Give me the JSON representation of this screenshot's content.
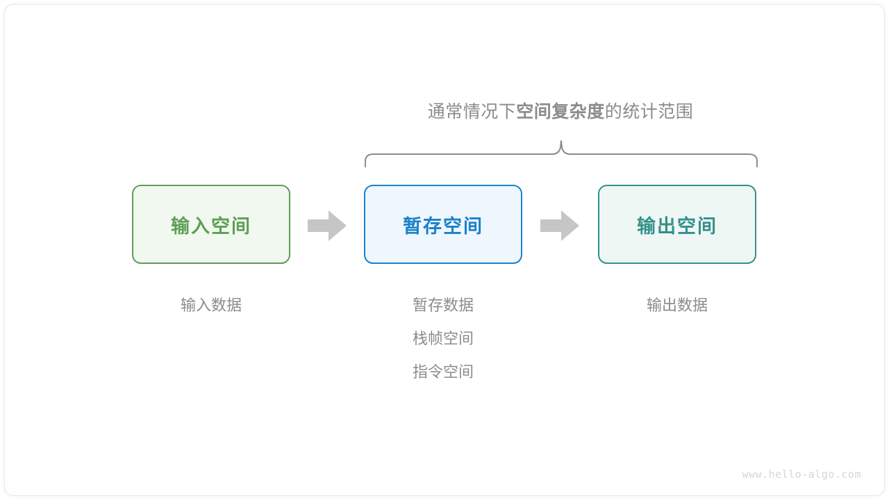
{
  "diagram": {
    "brace_caption": {
      "prefix": "通常情况下",
      "emphasis": "空间复杂度",
      "suffix": "的统计范围"
    },
    "boxes": [
      {
        "label": "输入空间",
        "color": "#5d9e56",
        "fill": "#f1f8ef"
      },
      {
        "label": "暂存空间",
        "color": "#1b81c9",
        "fill": "#eef7fd"
      },
      {
        "label": "输出空间",
        "color": "#33908b",
        "fill": "#eff7f5"
      }
    ],
    "arrows": [
      {
        "name": "arrow-input-to-temp",
        "color": "#c6c6c6"
      },
      {
        "name": "arrow-temp-to-output",
        "color": "#c6c6c6"
      }
    ],
    "captions": [
      {
        "lines": [
          "输入数据"
        ]
      },
      {
        "lines": [
          "暂存数据",
          "栈帧空间",
          "指令空间"
        ]
      },
      {
        "lines": [
          "输出数据"
        ]
      }
    ],
    "brace_color": "#8b8b8b",
    "watermark": "www.hello-algo.com"
  }
}
